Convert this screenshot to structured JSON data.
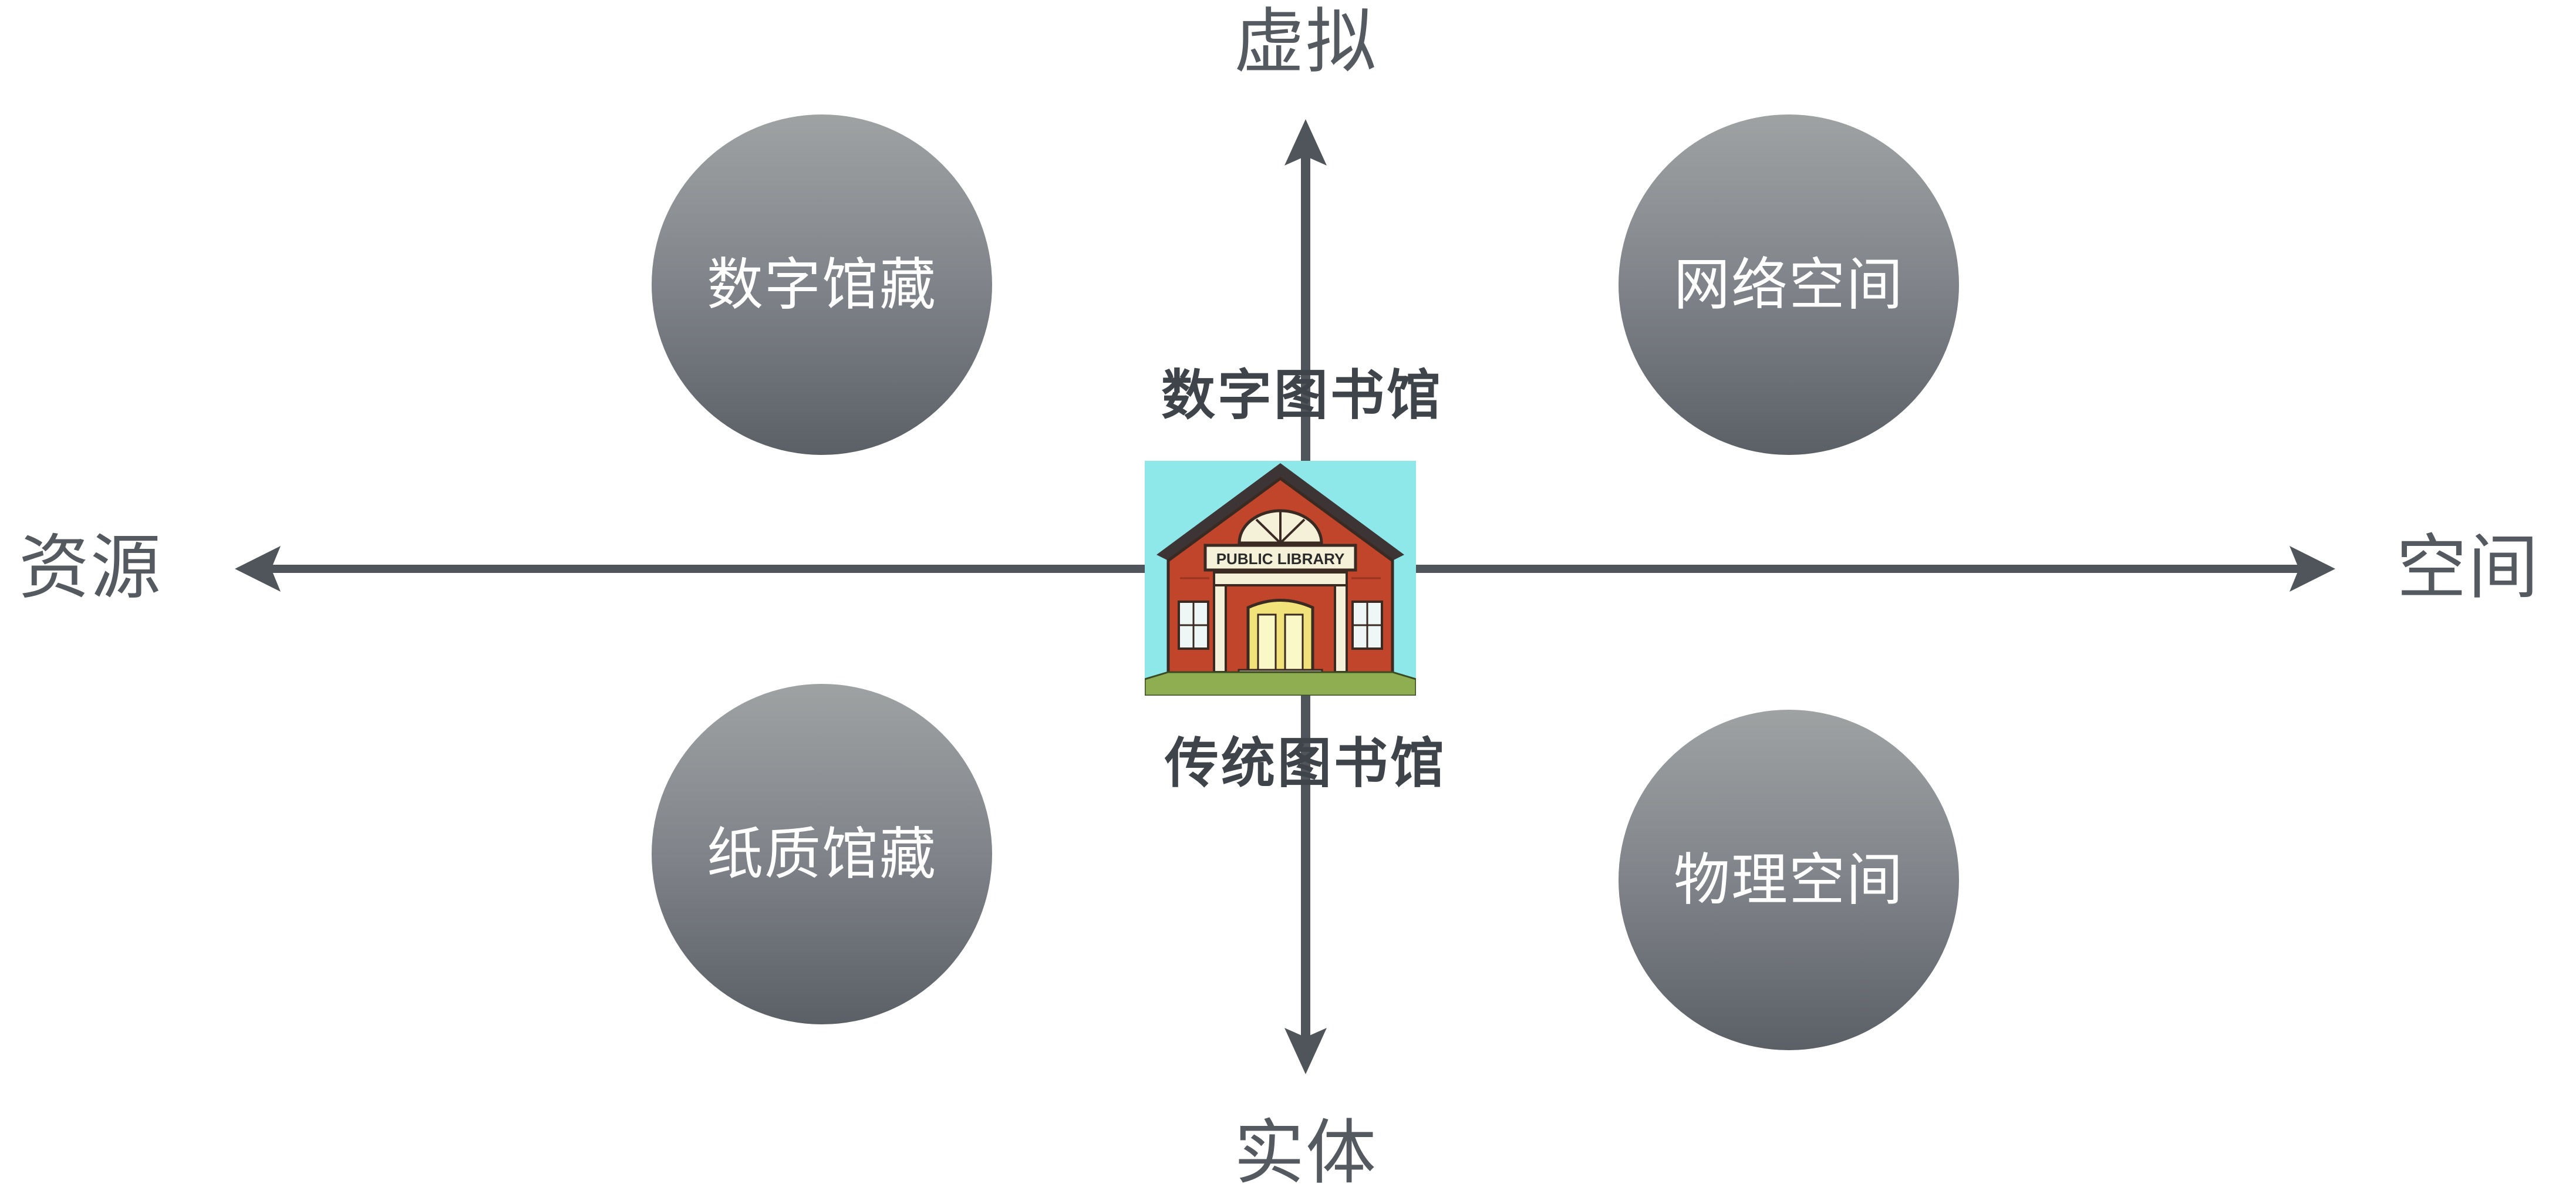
{
  "axes": {
    "top": "虚拟",
    "bottom": "实体",
    "left": "资源",
    "right": "空间"
  },
  "captions": {
    "upper": "数字图书馆",
    "lower": "传统图书馆"
  },
  "quadrants": {
    "top_left": "数字馆藏",
    "top_right": "网络空间",
    "bottom_left": "纸质馆藏",
    "bottom_right": "物理空间"
  },
  "library_sign": "PUBLIC LIBRARY",
  "colors": {
    "axis": "#50555c",
    "bubble_top": "#9fa2a3",
    "bubble_bottom": "#5b5f66",
    "label": "#555a60",
    "sky": "#8ee8ea",
    "brick": "#c0452a",
    "roof": "#3d3535",
    "grass": "#8fae52"
  }
}
